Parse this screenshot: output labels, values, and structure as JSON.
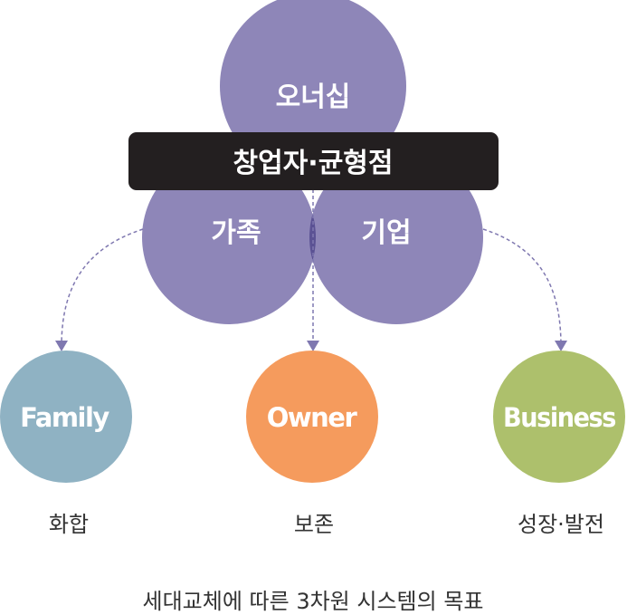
{
  "venn": {
    "top_label": "오너십",
    "bar_label": "창업자·균형점",
    "left_label": "가족",
    "right_label": "기업"
  },
  "outcomes": [
    {
      "name": "Family",
      "caption": "화합",
      "color": "#8fb2c3"
    },
    {
      "name": "Owner",
      "caption": "보존",
      "color": "#f59b5d"
    },
    {
      "name": "Business",
      "caption": "성장·발전",
      "color": "#adc06c"
    }
  ],
  "caption": "세대교체에 따른 3차원 시스템의 목표",
  "colors": {
    "venn_circle": "#8e86b8",
    "venn_overlap": "#5b5294",
    "bar": "#231f20",
    "arrow": "#7f78b0"
  }
}
